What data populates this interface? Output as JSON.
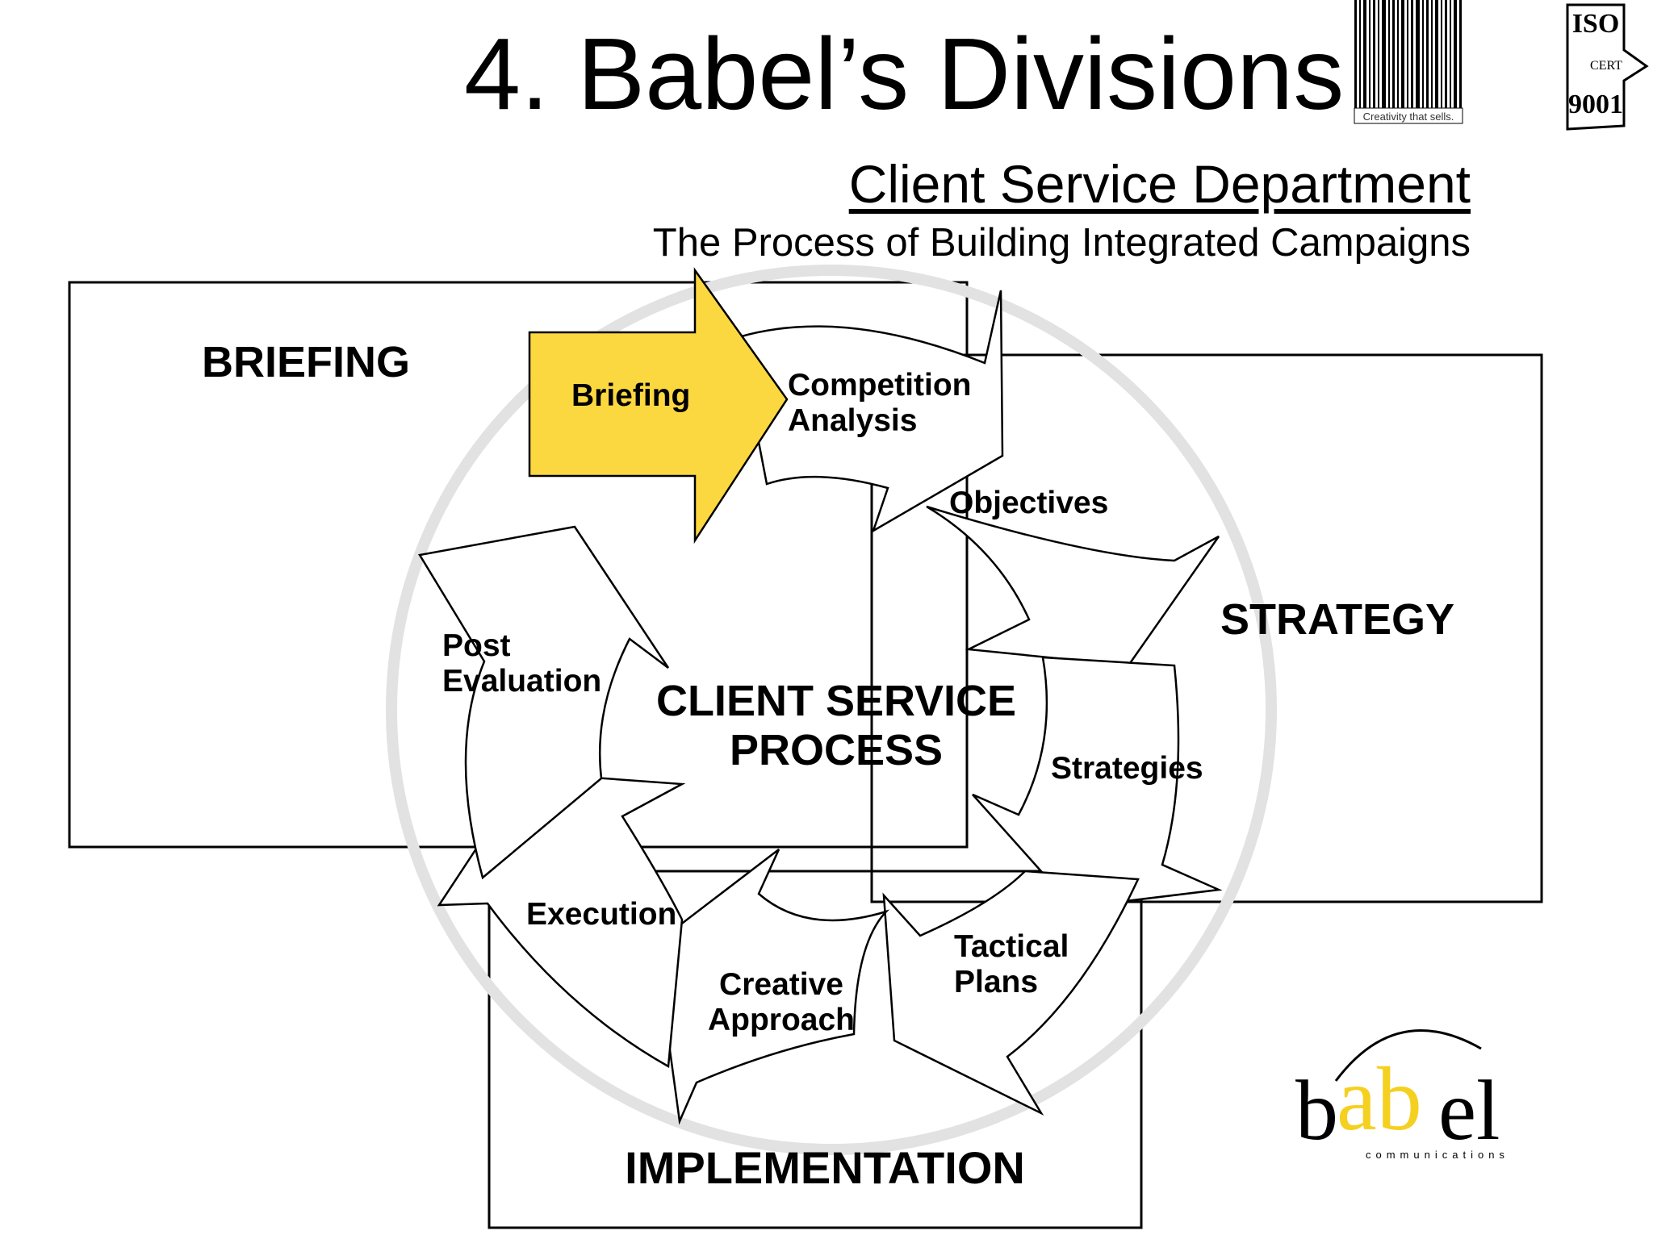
{
  "title": "4. Babel’s Divisions",
  "department": "Client Service Department",
  "subtitle": "The Process of Building Integrated Campaigns",
  "barcode_tagline": "Creativity that sells.",
  "iso_badge": {
    "top": "ISO",
    "middle": "CERT",
    "bottom": "9001"
  },
  "logo": {
    "word": "babel",
    "tagline": "communications",
    "accent_color": "#f5d020"
  },
  "phases": {
    "briefing": "BRIEFING",
    "strategy": "STRATEGY",
    "implementation": "IMPLEMENTATION"
  },
  "center": {
    "line1": "CLIENT SERVICE",
    "line2": "PROCESS"
  },
  "steps": {
    "briefing": "Briefing",
    "competition_line1": "Competition",
    "competition_line2": "Analysis",
    "objectives": "Objectives",
    "strategies": "Strategies",
    "tactical_line1": "Tactical",
    "tactical_line2": "Plans",
    "creative_line1": "Creative",
    "creative_line2": "Approach",
    "execution": "Execution",
    "post_line1": "Post",
    "post_line2": "Evaluation"
  },
  "colors": {
    "highlight_arrow": "#fcd840",
    "ring_shadow": "#e2e2e2"
  }
}
